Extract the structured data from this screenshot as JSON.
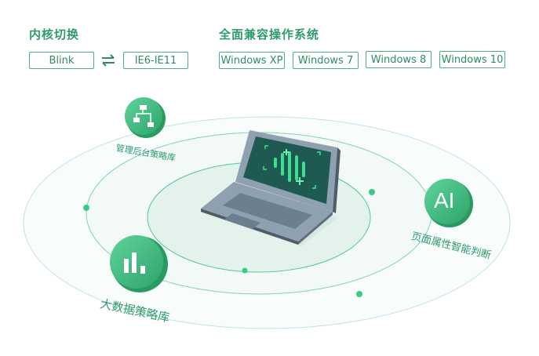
{
  "kernel_switch": {
    "title": "内核切换",
    "options": [
      "Blink",
      "IE6-IE11"
    ],
    "swap_icon": "swap-arrows-icon"
  },
  "os_compat": {
    "title": "全面兼容操作系统",
    "systems": [
      "Windows XP",
      "Windows 7",
      "Windows 8",
      "Windows 10"
    ]
  },
  "orbit": {
    "center": "laptop-icon",
    "nodes": [
      {
        "label": "管理后台策略库",
        "icon": "org-chart-icon"
      },
      {
        "label": "页面属性智能判断",
        "icon": "ai-icon",
        "icon_text": "AI"
      },
      {
        "label": "大数据策略库",
        "icon": "bar-chart-icon"
      }
    ]
  },
  "colors": {
    "accent": "#2e9b6b",
    "border": "#4caf87",
    "badge": "#3dba7e",
    "laptop_body": "#7e8f9e",
    "screen": "#1f5a52"
  }
}
